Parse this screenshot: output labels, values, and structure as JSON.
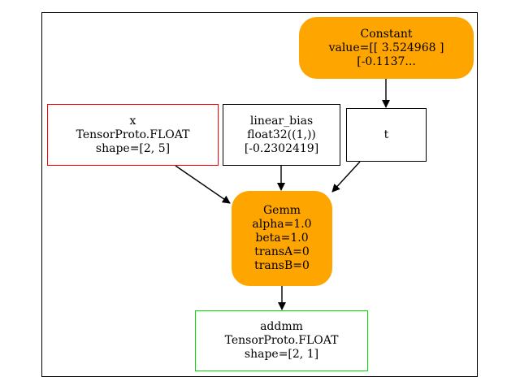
{
  "graph": {
    "nodes": {
      "constant": {
        "lines": [
          "Constant",
          "value=[[ 3.524968  ]",
          "[-0.1137..."
        ],
        "fill": "#ffa500"
      },
      "x": {
        "lines": [
          "x",
          "TensorProto.FLOAT",
          "shape=[2, 5]"
        ],
        "border": "#ff0000"
      },
      "linear_bias": {
        "lines": [
          "linear_bias",
          "float32((1,))",
          "[-0.2302419]"
        ],
        "border": "#000000"
      },
      "t": {
        "lines": [
          "t"
        ],
        "border": "#000000"
      },
      "gemm": {
        "lines": [
          "Gemm",
          "alpha=1.0",
          "beta=1.0",
          "transA=0",
          "transB=0"
        ],
        "fill": "#ffa500"
      },
      "addmm": {
        "lines": [
          "addmm",
          "TensorProto.FLOAT",
          "shape=[2, 1]"
        ],
        "border": "#00e000"
      }
    },
    "edges": [
      {
        "from": "constant",
        "to": "t"
      },
      {
        "from": "x",
        "to": "gemm"
      },
      {
        "from": "linear_bias",
        "to": "gemm"
      },
      {
        "from": "t",
        "to": "gemm"
      },
      {
        "from": "gemm",
        "to": "addmm"
      }
    ]
  }
}
